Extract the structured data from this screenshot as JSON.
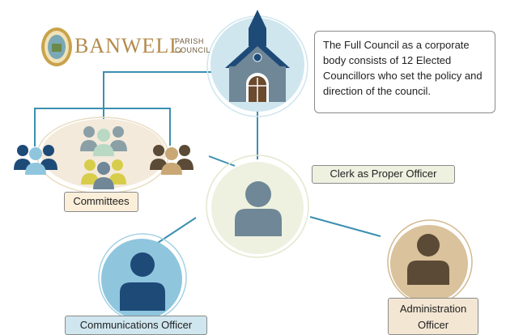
{
  "logo": {
    "name": "BANWELL",
    "sub_line1": "PARISH",
    "sub_line2": "COUNCIL",
    "seal_icon": "council-seal-icon"
  },
  "full_council": {
    "icon": "church-building-icon",
    "description": "The Full Council as a corporate body consists of 12 Elected Councillors who set the policy and direction of the council."
  },
  "committees": {
    "label": "Committees",
    "icon": "people-group-icon"
  },
  "clerk": {
    "label": "Clerk as Proper Officer",
    "icon": "person-icon"
  },
  "administration": {
    "label": "Administration Officer",
    "icon": "person-icon"
  },
  "communications": {
    "label": "Communications Officer",
    "icon": "person-icon"
  },
  "colors": {
    "church_bubble": "#cfe6ef",
    "clerk_bubble": "#eef1e0",
    "admin_bubble": "#d9c29c",
    "comms_bubble": "#8fc6de",
    "connector": "#3c8fb0",
    "navy": "#1e4a78",
    "gray_blue": "#6f8796",
    "olive_yellow": "#d8cd4a",
    "brown": "#5b4a35",
    "tan": "#c9a875"
  }
}
